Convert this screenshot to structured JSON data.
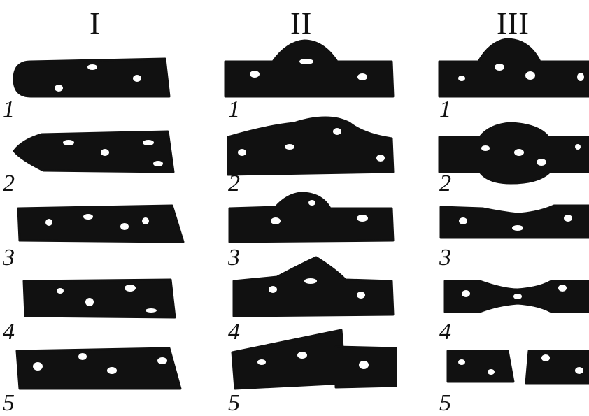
{
  "figure": {
    "columns": [
      {
        "id": "I",
        "label": "I",
        "rows": [
          "1",
          "2",
          "3",
          "4",
          "5"
        ]
      },
      {
        "id": "II",
        "label": "II",
        "rows": [
          "1",
          "2",
          "3",
          "4",
          "5"
        ]
      },
      {
        "id": "III",
        "label": "III",
        "rows": [
          "1",
          "2",
          "3",
          "4",
          "5"
        ]
      }
    ],
    "colors": {
      "ink": "#111111",
      "background": "#ffffff",
      "spot": "#ffffff"
    }
  }
}
